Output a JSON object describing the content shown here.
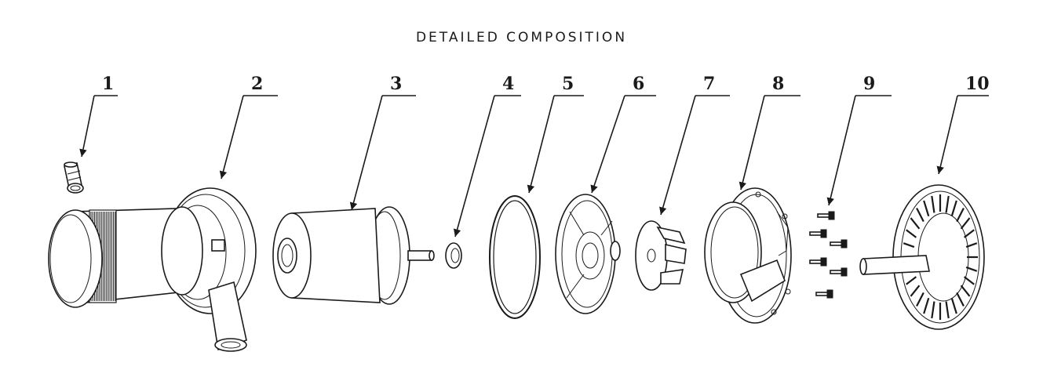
{
  "title": "DETAILED COMPOSITION",
  "callouts": [
    "1",
    "2",
    "3",
    "4",
    "5",
    "6",
    "7",
    "8",
    "9",
    "10"
  ]
}
